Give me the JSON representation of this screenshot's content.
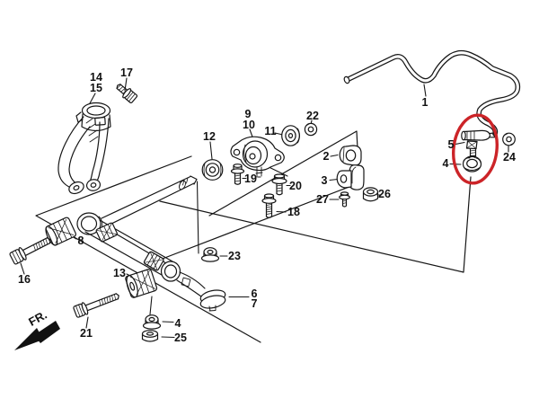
{
  "diagram": {
    "description_text": "",
    "ink_color": "#161616",
    "background_color": "#ffffff",
    "highlight": {
      "color": "#cc2428",
      "encircled_labels": [
        "5",
        "4"
      ]
    },
    "fr_indicator": {
      "text": "FR."
    },
    "labels": {
      "p1": "1",
      "p2": "2",
      "p3": "3",
      "p4a": "4",
      "p4b": "4",
      "p5": "5",
      "p6": "6",
      "p7": "7",
      "p8": "8",
      "p9": "9",
      "p10": "10",
      "p11": "11",
      "p12": "12",
      "p13": "13",
      "p14": "14",
      "p15": "15",
      "p16": "16",
      "p17": "17",
      "p18": "18",
      "p19": "19",
      "p20": "20",
      "p21": "21",
      "p22": "22",
      "p23": "23",
      "p24": "24",
      "p25": "25",
      "p26": "26",
      "p27": "27"
    }
  }
}
